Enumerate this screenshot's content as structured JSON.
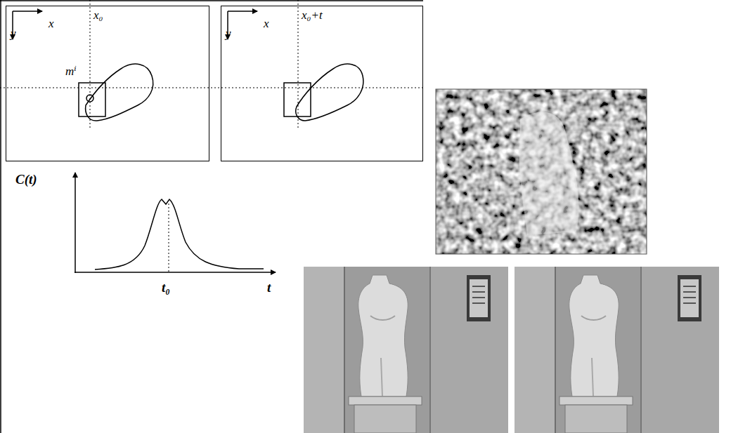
{
  "diagram": {
    "nodes": [
      {
        "text": [
          "x",
          "x₀",
          "y",
          "mⁱ"
        ]
      },
      {
        "text": [
          "x",
          "x₀+t",
          "y"
        ]
      }
    ],
    "labels": [
      "C(t)",
      "t₀",
      "t"
    ]
  }
}
